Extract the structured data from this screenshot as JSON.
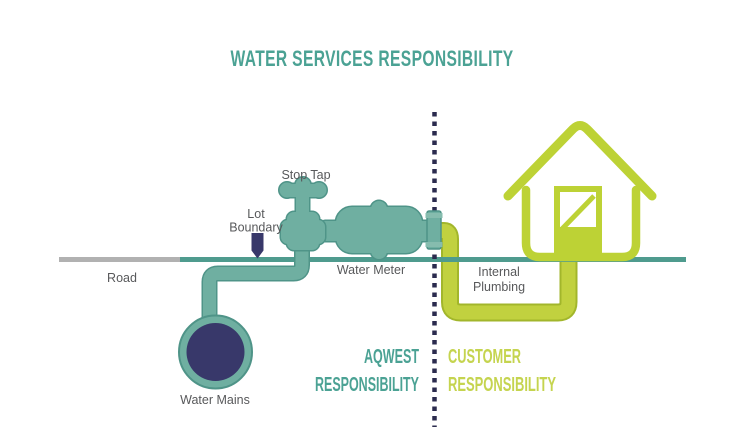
{
  "title": "WATER SERVICES RESPONSIBILITY",
  "labels": {
    "road": "Road",
    "lot_boundary_line1": "Lot",
    "lot_boundary_line2": "Boundary",
    "stop_tap": "Stop Tap",
    "water_meter": "Water Meter",
    "water_mains": "Water Mains",
    "internal_plumbing_line1": "Internal",
    "internal_plumbing_line2": "Plumbing"
  },
  "responsibility": {
    "aqwest_line1": "AQWEST",
    "aqwest_line2": "RESPONSIBILITY",
    "customer_line1": "CUSTOMER",
    "customer_line2": "RESPONSIBILITY"
  },
  "colors": {
    "title_teal": "#4BA294",
    "pipe_teal": "#6FAFA1",
    "pipe_teal_outline": "#4F9488",
    "ground_teal": "#4F9B8E",
    "road_gray": "#B1B1B1",
    "navy": "#38386A",
    "dotted_navy": "#2B2B4E",
    "lime": "#BDD235",
    "lime_outline": "#A2B62B",
    "lime_text": "#C5D44F",
    "label_gray": "#58595B",
    "background": "#FFFFFF"
  }
}
